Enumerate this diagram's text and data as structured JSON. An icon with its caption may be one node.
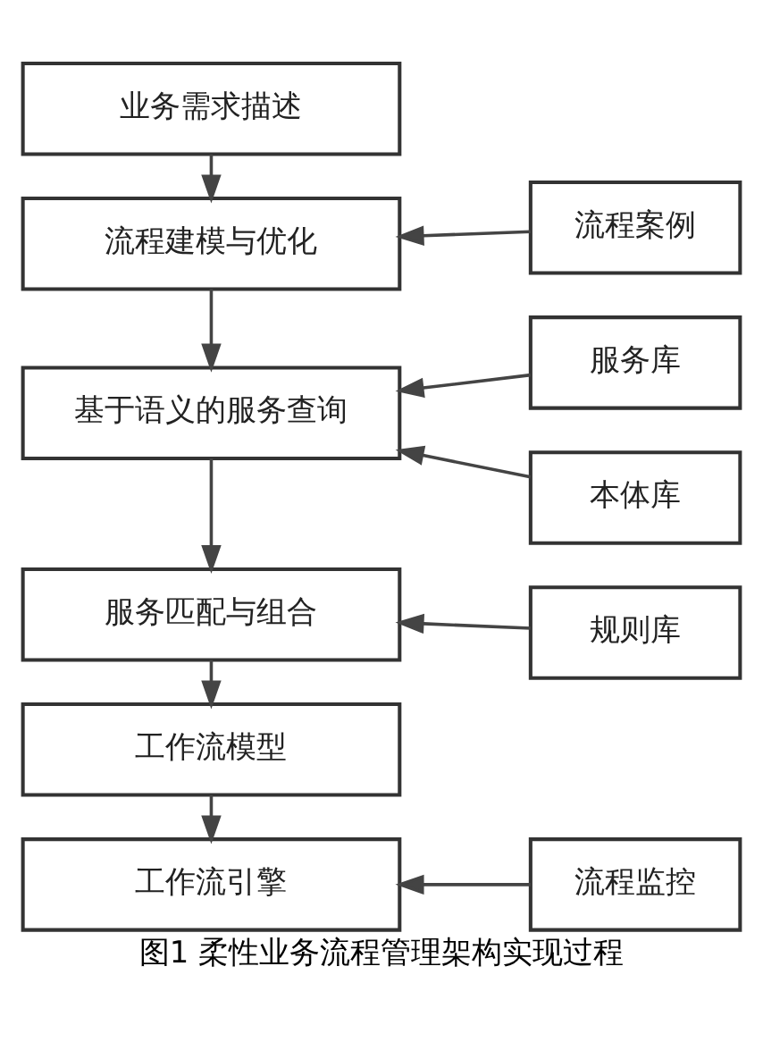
{
  "diagram": {
    "caption": "图1 柔性业务流程管理架构实现过程",
    "nodes": [
      {
        "text": [
          "业务需求描述"
        ]
      },
      {
        "text": [
          "流程建模与优化"
        ]
      },
      {
        "text": [
          "流程案例"
        ]
      },
      {
        "text": [
          "基于语义的服务查询"
        ]
      },
      {
        "text": [
          "服务库"
        ]
      },
      {
        "text": [
          "本体库"
        ]
      },
      {
        "text": [
          "服务匹配与组合"
        ]
      },
      {
        "text": [
          "规则库"
        ]
      },
      {
        "text": [
          "工作流模型"
        ]
      },
      {
        "text": [
          "工作流引擎"
        ]
      },
      {
        "text": [
          "流程监控"
        ]
      }
    ],
    "edges": [
      {
        "from": 0,
        "to": 1,
        "arrow": "to"
      },
      {
        "from": 2,
        "to": 1,
        "arrow": "to"
      },
      {
        "from": 1,
        "to": 3,
        "arrow": "to"
      },
      {
        "from": 4,
        "to": 3,
        "arrow": "to"
      },
      {
        "from": 5,
        "to": 3,
        "arrow": "to"
      },
      {
        "from": 3,
        "to": 6,
        "arrow": "to"
      },
      {
        "from": 7,
        "to": 6,
        "arrow": "to"
      },
      {
        "from": 6,
        "to": 8,
        "arrow": "to"
      },
      {
        "from": 8,
        "to": 9,
        "arrow": "to"
      },
      {
        "from": 10,
        "to": 9,
        "arrow": "to"
      }
    ]
  }
}
